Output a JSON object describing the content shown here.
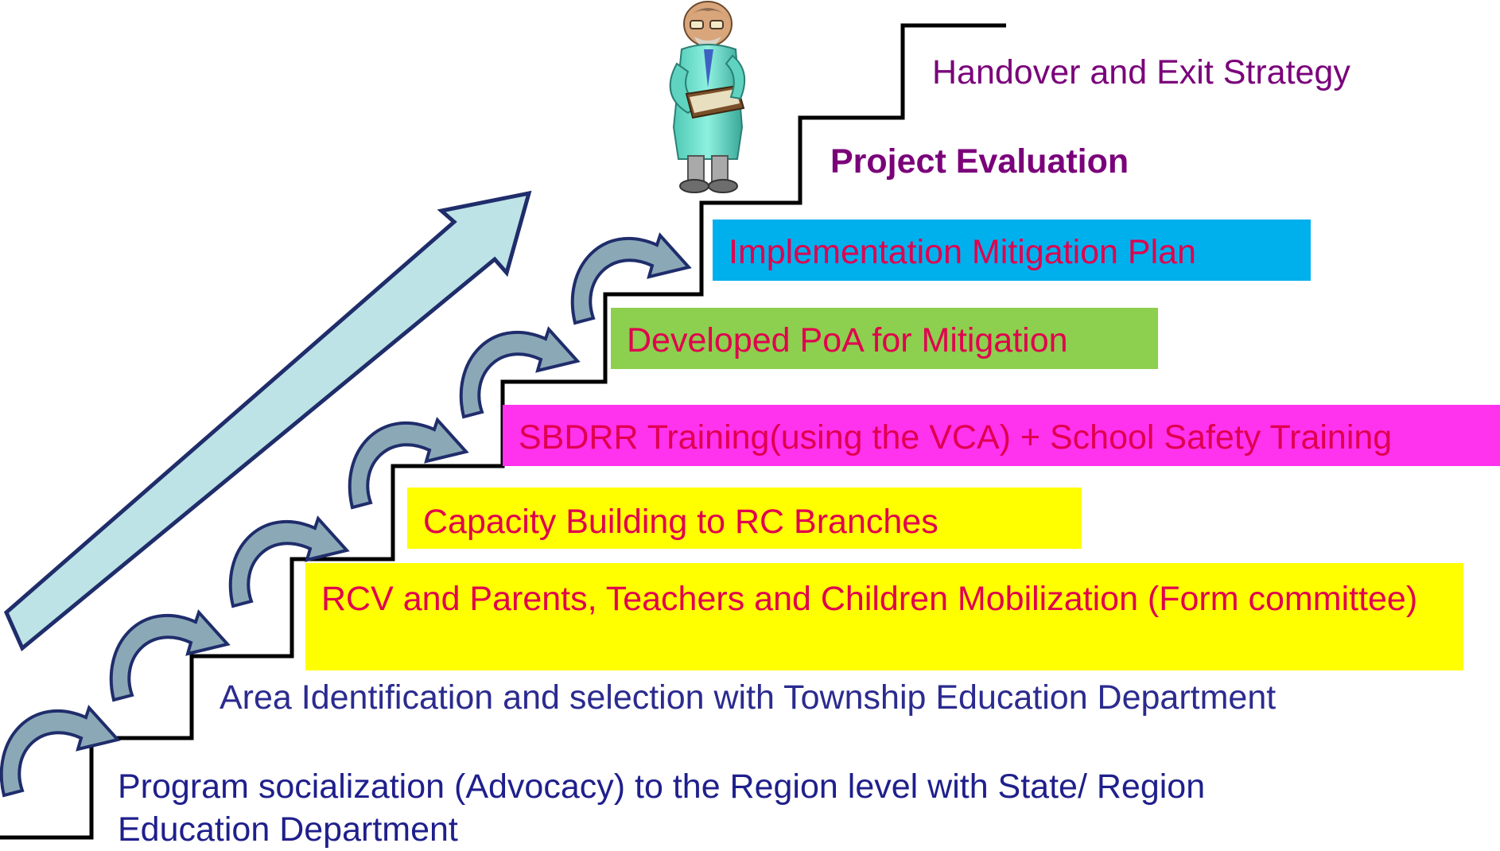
{
  "diagram": {
    "steps": [
      {
        "id": "s1",
        "text": "Program socialization (Advocacy) to the Region level with State/ Region Education Department",
        "color": "#1F1F8C",
        "bg": null,
        "bold": false
      },
      {
        "id": "s2",
        "text": "Area Identification and selection with Township Education Department",
        "color": "#2B2B8F",
        "bg": null,
        "bold": false
      },
      {
        "id": "s3",
        "text": "RCV and Parents, Teachers and Children Mobilization (Form committee)",
        "color": "#E0004F",
        "bg": "#FFFF00",
        "bold": false
      },
      {
        "id": "s4",
        "text": "Capacity Building to RC Branches",
        "color": "#E0004F",
        "bg": "#FFFF00",
        "bold": false
      },
      {
        "id": "s5",
        "text": "SBDRR Training(using the VCA) + School Safety Training",
        "color": "#E0004F",
        "bg": "#FF33EE",
        "bold": false
      },
      {
        "id": "s6",
        "text": "Developed PoA for Mitigation",
        "color": "#E0004F",
        "bg": "#8DCF4E",
        "bold": false
      },
      {
        "id": "s7",
        "text": "Implementation Mitigation Plan",
        "color": "#E0004F",
        "bg": "#00B0EC",
        "bold": false
      },
      {
        "id": "s8",
        "text": "Project Evaluation",
        "color": "#7A007A",
        "bg": null,
        "bold": true
      },
      {
        "id": "s9",
        "text": "Handover and Exit Strategy",
        "color": "#7A007A",
        "bg": null,
        "bold": false
      }
    ],
    "colors": {
      "stair_line": "#000000",
      "big_arrow_fill": "#BDE3E6",
      "big_arrow_stroke": "#1F2D6B",
      "curved_arrow_fill": "#8BA8B7",
      "curved_arrow_stroke": "#1F2D6B"
    },
    "figure_icon": "doctor-with-clipboard-icon"
  }
}
